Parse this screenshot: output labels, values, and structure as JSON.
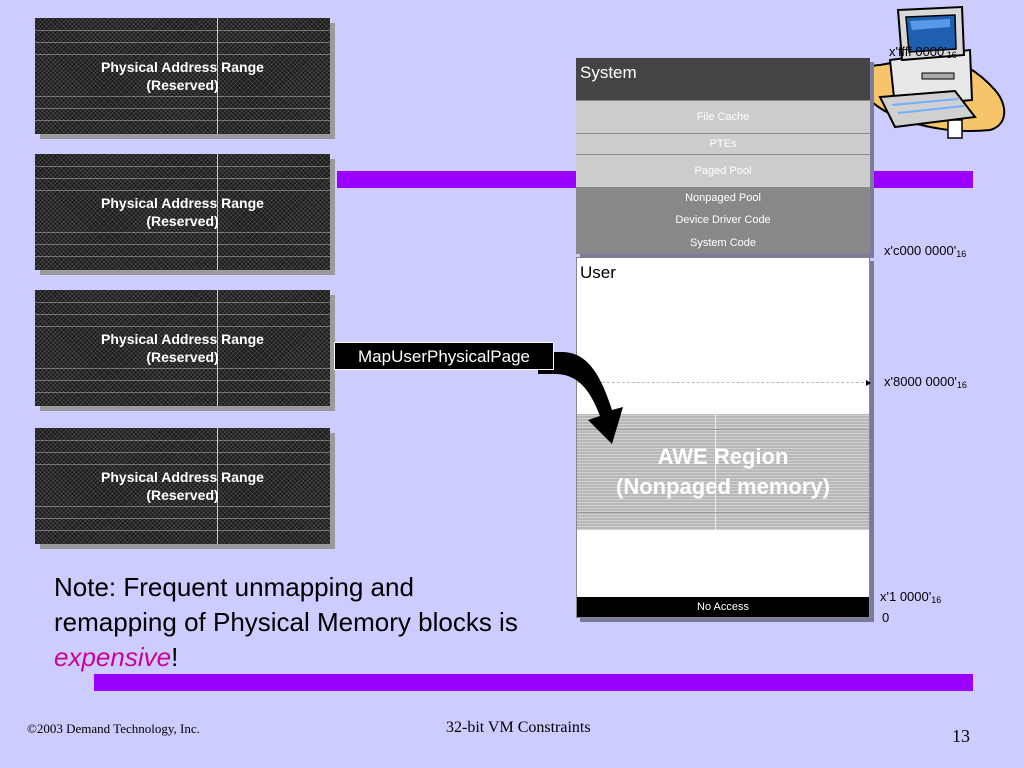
{
  "physical_blocks": [
    {
      "line1": "Physical Address Range",
      "line2": "(Reserved)"
    },
    {
      "line1": "Physical Address Range",
      "line2": "(Reserved)"
    },
    {
      "line1": "Physical Address Range",
      "line2": "(Reserved)"
    },
    {
      "line1": "Physical Address Range",
      "line2": "(Reserved)"
    }
  ],
  "map_label": "MapUserPhysicalPage",
  "memory": {
    "system_label": "System",
    "system_segments": [
      "File Cache",
      "PTEs",
      "Paged Pool",
      "Nonpaged Pool",
      "Device Driver Code",
      "System Code"
    ],
    "user_label": "User",
    "awe_line1": "AWE Region",
    "awe_line2": "(Nonpaged memory)",
    "no_access": "No Access"
  },
  "addresses": {
    "top": {
      "value": "x'ffff 0000'",
      "sub": "16"
    },
    "c000": {
      "value": "x'c000 0000'",
      "sub": "16"
    },
    "8000": {
      "value": "x'8000 0000'",
      "sub": "16"
    },
    "one": {
      "value": "x'1 0000'",
      "sub": "16"
    },
    "zero": "0"
  },
  "note": {
    "line1": "Note: Frequent unmapping and",
    "line2": "remapping of Physical Memory blocks is",
    "emph": "expensive",
    "end": "!"
  },
  "footer": {
    "copyright": "©2003 Demand Technology, Inc.",
    "title": "32-bit VM Constraints",
    "page": "13"
  },
  "colors": {
    "background": "#ccccff",
    "accent_bar": "#9900ff",
    "emphasis": "#cc0099"
  }
}
